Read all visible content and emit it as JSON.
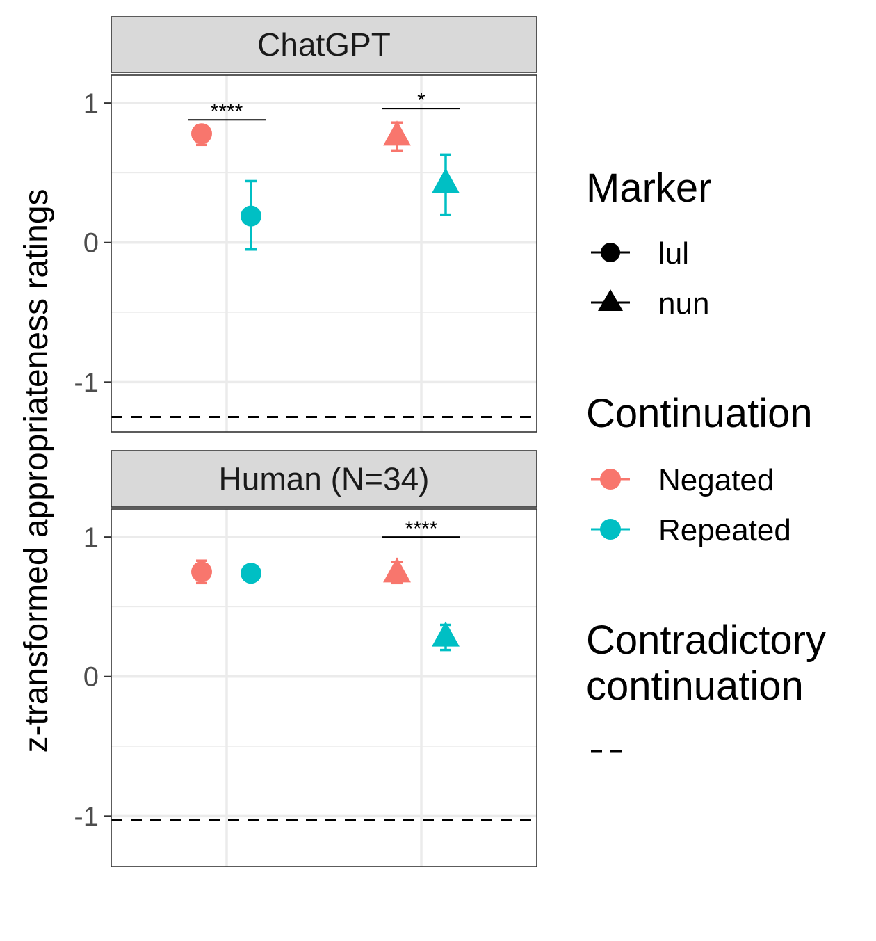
{
  "chart_data": {
    "type": "scatter",
    "ylabel": "z-transformed appropriateness ratings",
    "xlabel": "",
    "ylim": [
      -1.35,
      1.2
    ],
    "yticks": [
      -1,
      0,
      1
    ],
    "grid": true,
    "colors": {
      "Negated": "#F8766D",
      "Repeated": "#00BFC4"
    },
    "facets": [
      {
        "title": "ChatGPT",
        "points": [
          {
            "marker": "lul",
            "continuation": "Negated",
            "y": 0.78,
            "lo": 0.7,
            "hi": 0.84
          },
          {
            "marker": "lul",
            "continuation": "Repeated",
            "y": 0.19,
            "lo": -0.05,
            "hi": 0.44
          },
          {
            "marker": "nun",
            "continuation": "Negated",
            "y": 0.77,
            "lo": 0.66,
            "hi": 0.86
          },
          {
            "marker": "nun",
            "continuation": "Repeated",
            "y": 0.43,
            "lo": 0.2,
            "hi": 0.63
          }
        ],
        "contradictory": -1.25,
        "significance": [
          {
            "marker": "lul",
            "label": "****",
            "y": 0.88
          },
          {
            "marker": "nun",
            "label": "*",
            "y": 0.96
          }
        ]
      },
      {
        "title": "Human (N=34)",
        "points": [
          {
            "marker": "lul",
            "continuation": "Negated",
            "y": 0.75,
            "lo": 0.67,
            "hi": 0.83
          },
          {
            "marker": "lul",
            "continuation": "Repeated",
            "y": 0.74,
            "lo": 0.72,
            "hi": 0.76
          },
          {
            "marker": "nun",
            "continuation": "Negated",
            "y": 0.75,
            "lo": 0.67,
            "hi": 0.82
          },
          {
            "marker": "nun",
            "continuation": "Repeated",
            "y": 0.29,
            "lo": 0.19,
            "hi": 0.37
          }
        ],
        "contradictory": -1.03,
        "significance": [
          {
            "marker": "nun",
            "label": "****",
            "y": 1.0
          }
        ]
      }
    ],
    "legend": {
      "placement": "right",
      "groups": [
        {
          "title": "Marker",
          "entries": [
            {
              "label": "lul",
              "shape": "circle"
            },
            {
              "label": "nun",
              "shape": "triangle"
            }
          ]
        },
        {
          "title": "Continuation",
          "entries": [
            {
              "label": "Negated",
              "color": "#F8766D"
            },
            {
              "label": "Repeated",
              "color": "#00BFC4"
            }
          ]
        },
        {
          "title": "Contradictory\ncontinuation",
          "entries": [
            {
              "label": "",
              "style": "dashed"
            }
          ]
        }
      ]
    }
  }
}
